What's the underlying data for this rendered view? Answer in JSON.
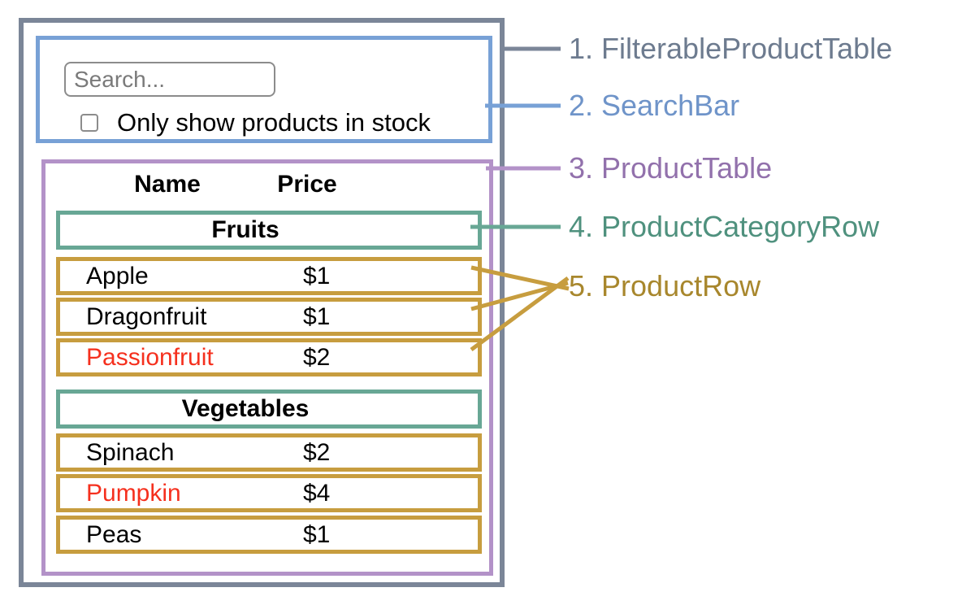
{
  "diagram": {
    "search_bar": {
      "input_placeholder": "Search...",
      "input_value": "",
      "checkbox_checked": false,
      "checkbox_label": "Only show products in stock"
    },
    "table": {
      "columns": [
        "Name",
        "Price"
      ],
      "sections": [
        {
          "category": "Fruits",
          "rows": [
            {
              "name": "Apple",
              "price": "$1",
              "name_color": "#000000"
            },
            {
              "name": "Dragonfruit",
              "price": "$1",
              "name_color": "#000000"
            },
            {
              "name": "Passionfruit",
              "price": "$2",
              "name_color": "#f5301e"
            }
          ]
        },
        {
          "category": "Vegetables",
          "rows": [
            {
              "name": "Spinach",
              "price": "$2",
              "name_color": "#000000"
            },
            {
              "name": "Pumpkin",
              "price": "$4",
              "name_color": "#f5301e"
            },
            {
              "name": "Peas",
              "price": "$1",
              "name_color": "#000000"
            }
          ]
        }
      ]
    }
  },
  "legend": {
    "items": [
      {
        "label": "1. FilterableProductTable",
        "color": "#6d7b8f"
      },
      {
        "label": "2. SearchBar",
        "color": "#6f94c9"
      },
      {
        "label": "3. ProductTable",
        "color": "#9271ac"
      },
      {
        "label": "4. ProductCategoryRow",
        "color": "#4f917e"
      },
      {
        "label": "5. ProductRow",
        "color": "#a8872d"
      }
    ]
  },
  "colors": {
    "outline_filterable_product_table": "#7b8698",
    "outline_search_bar": "#78a1d6",
    "outline_product_table": "#b392c8",
    "outline_product_category_row": "#68a795",
    "outline_product_row": "#c79d3f",
    "out_of_stock_text": "#f5301e",
    "input_border": "#8c8c8c"
  }
}
